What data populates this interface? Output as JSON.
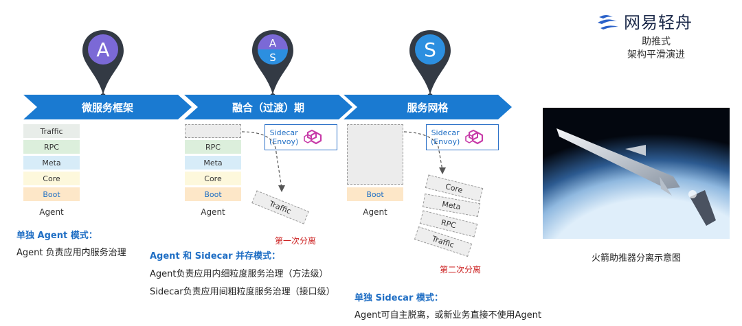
{
  "brand": {
    "name": "网易轻舟",
    "tagline_line1": "助推式",
    "tagline_line2": "架构平滑演进"
  },
  "colors": {
    "arrow": "#1a7ad1",
    "mode_title": "#1f6ec4",
    "red_note": "#cc1f1f",
    "pin_body": "#333a44",
    "pin_a": "#7b69d6",
    "pin_s": "#2c8fe0"
  },
  "pins": [
    {
      "letter": "A"
    },
    {
      "letter_top": "A",
      "letter_bottom": "S"
    },
    {
      "letter": "S"
    }
  ],
  "stages": [
    "微服务框架",
    "融合（过渡）期",
    "服务网格"
  ],
  "stack1": {
    "boxes": [
      "Traffic",
      "RPC",
      "Meta",
      "Core",
      "Boot"
    ],
    "agent_label": "Agent",
    "mode_title": "单独 Agent 模式：",
    "desc": "Agent 负责应用内服务治理"
  },
  "stack2": {
    "boxes": [
      "RPC",
      "Meta",
      "Core",
      "Boot"
    ],
    "agent_label": "Agent",
    "sidecar_line1": "Sidecar",
    "sidecar_line2": "(Envoy)",
    "detached": "Traffic",
    "separation": "第一次分离",
    "mode_title": "Agent 和 Sidecar 并存模式：",
    "desc1": "Agent负责应用内细粒度服务治理（方法级）",
    "desc2": "Sidecar负责应用间粗粒度服务治理（接口级）"
  },
  "stack3": {
    "boxes": [
      "Boot"
    ],
    "agent_label": "Agent",
    "sidecar_line1": "Sidecar",
    "sidecar_line2": "(Envoy)",
    "detached": [
      "Core",
      "Meta",
      "RPC",
      "Traffic"
    ],
    "separation": "第二次分离",
    "mode_title": "单独 Sidecar 模式：",
    "desc": "Agent可自主脱离，或新业务直接不使用Agent"
  },
  "image_caption": "火箭助推器分离示意图"
}
